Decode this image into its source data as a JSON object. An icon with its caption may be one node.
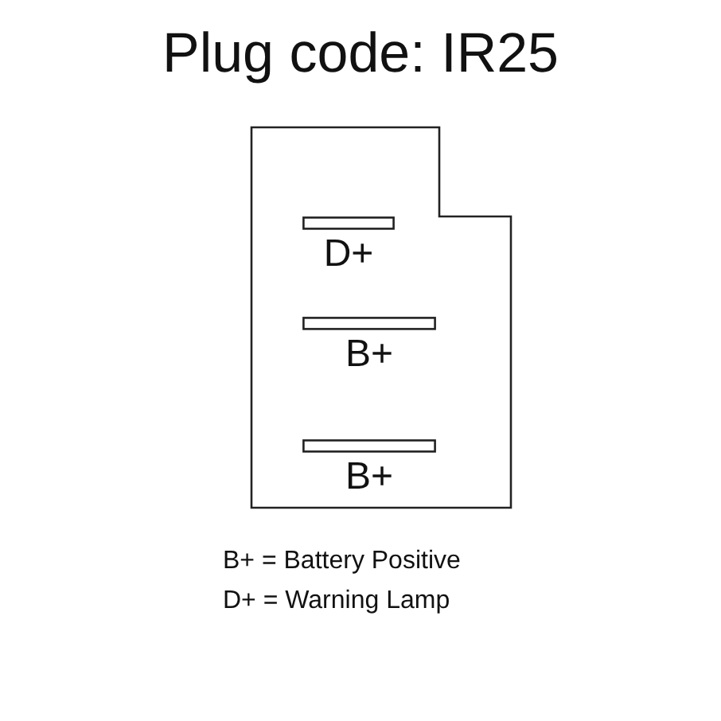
{
  "diagram": {
    "title": "Plug code: IR25",
    "nodes": [
      {
        "text": [],
        "shape": "box"
      },
      {
        "text": [
          "D+"
        ],
        "in": 0
      },
      {
        "text": [
          "B+"
        ],
        "in": 0
      },
      {
        "text": [
          "B+"
        ],
        "in": 0
      }
    ],
    "labels": [
      "B+ = Battery Positive",
      "D+ = Warning Lamp"
    ]
  }
}
